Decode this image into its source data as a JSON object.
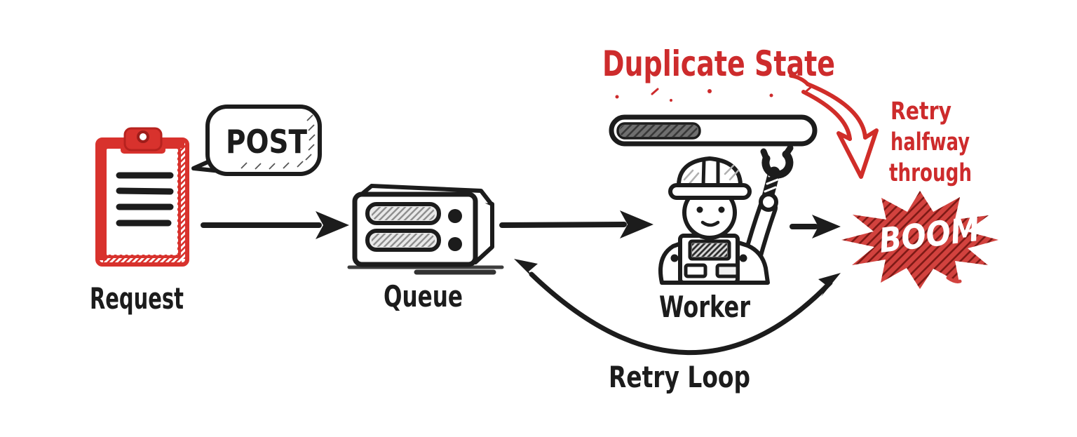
{
  "diagram": {
    "nodes": {
      "request": {
        "label": "Request",
        "icon": "clipboard-icon"
      },
      "post_bubble": {
        "label": "POST"
      },
      "queue": {
        "label": "Queue",
        "icon": "queue-box-icon"
      },
      "worker": {
        "label": "Worker",
        "icon": "worker-icon"
      },
      "boom": {
        "label": "BOOM",
        "icon": "explosion-burst-icon"
      }
    },
    "annotations": {
      "duplicate_state": "Duplicate State",
      "retry_note_lines": [
        "Retry",
        "halfway",
        "through"
      ],
      "retry_loop": "Retry Loop"
    },
    "progress_bar": {
      "percent": 43
    },
    "colors": {
      "ink": "#1c1c1c",
      "red": "#d8322d",
      "red_text": "#cd2b2c",
      "boom_fill": "#d2423e",
      "boom_hatch": "#7e1a16",
      "progress_fill": "#6f6f6f",
      "slot_fill": "#e9e9e9"
    }
  }
}
